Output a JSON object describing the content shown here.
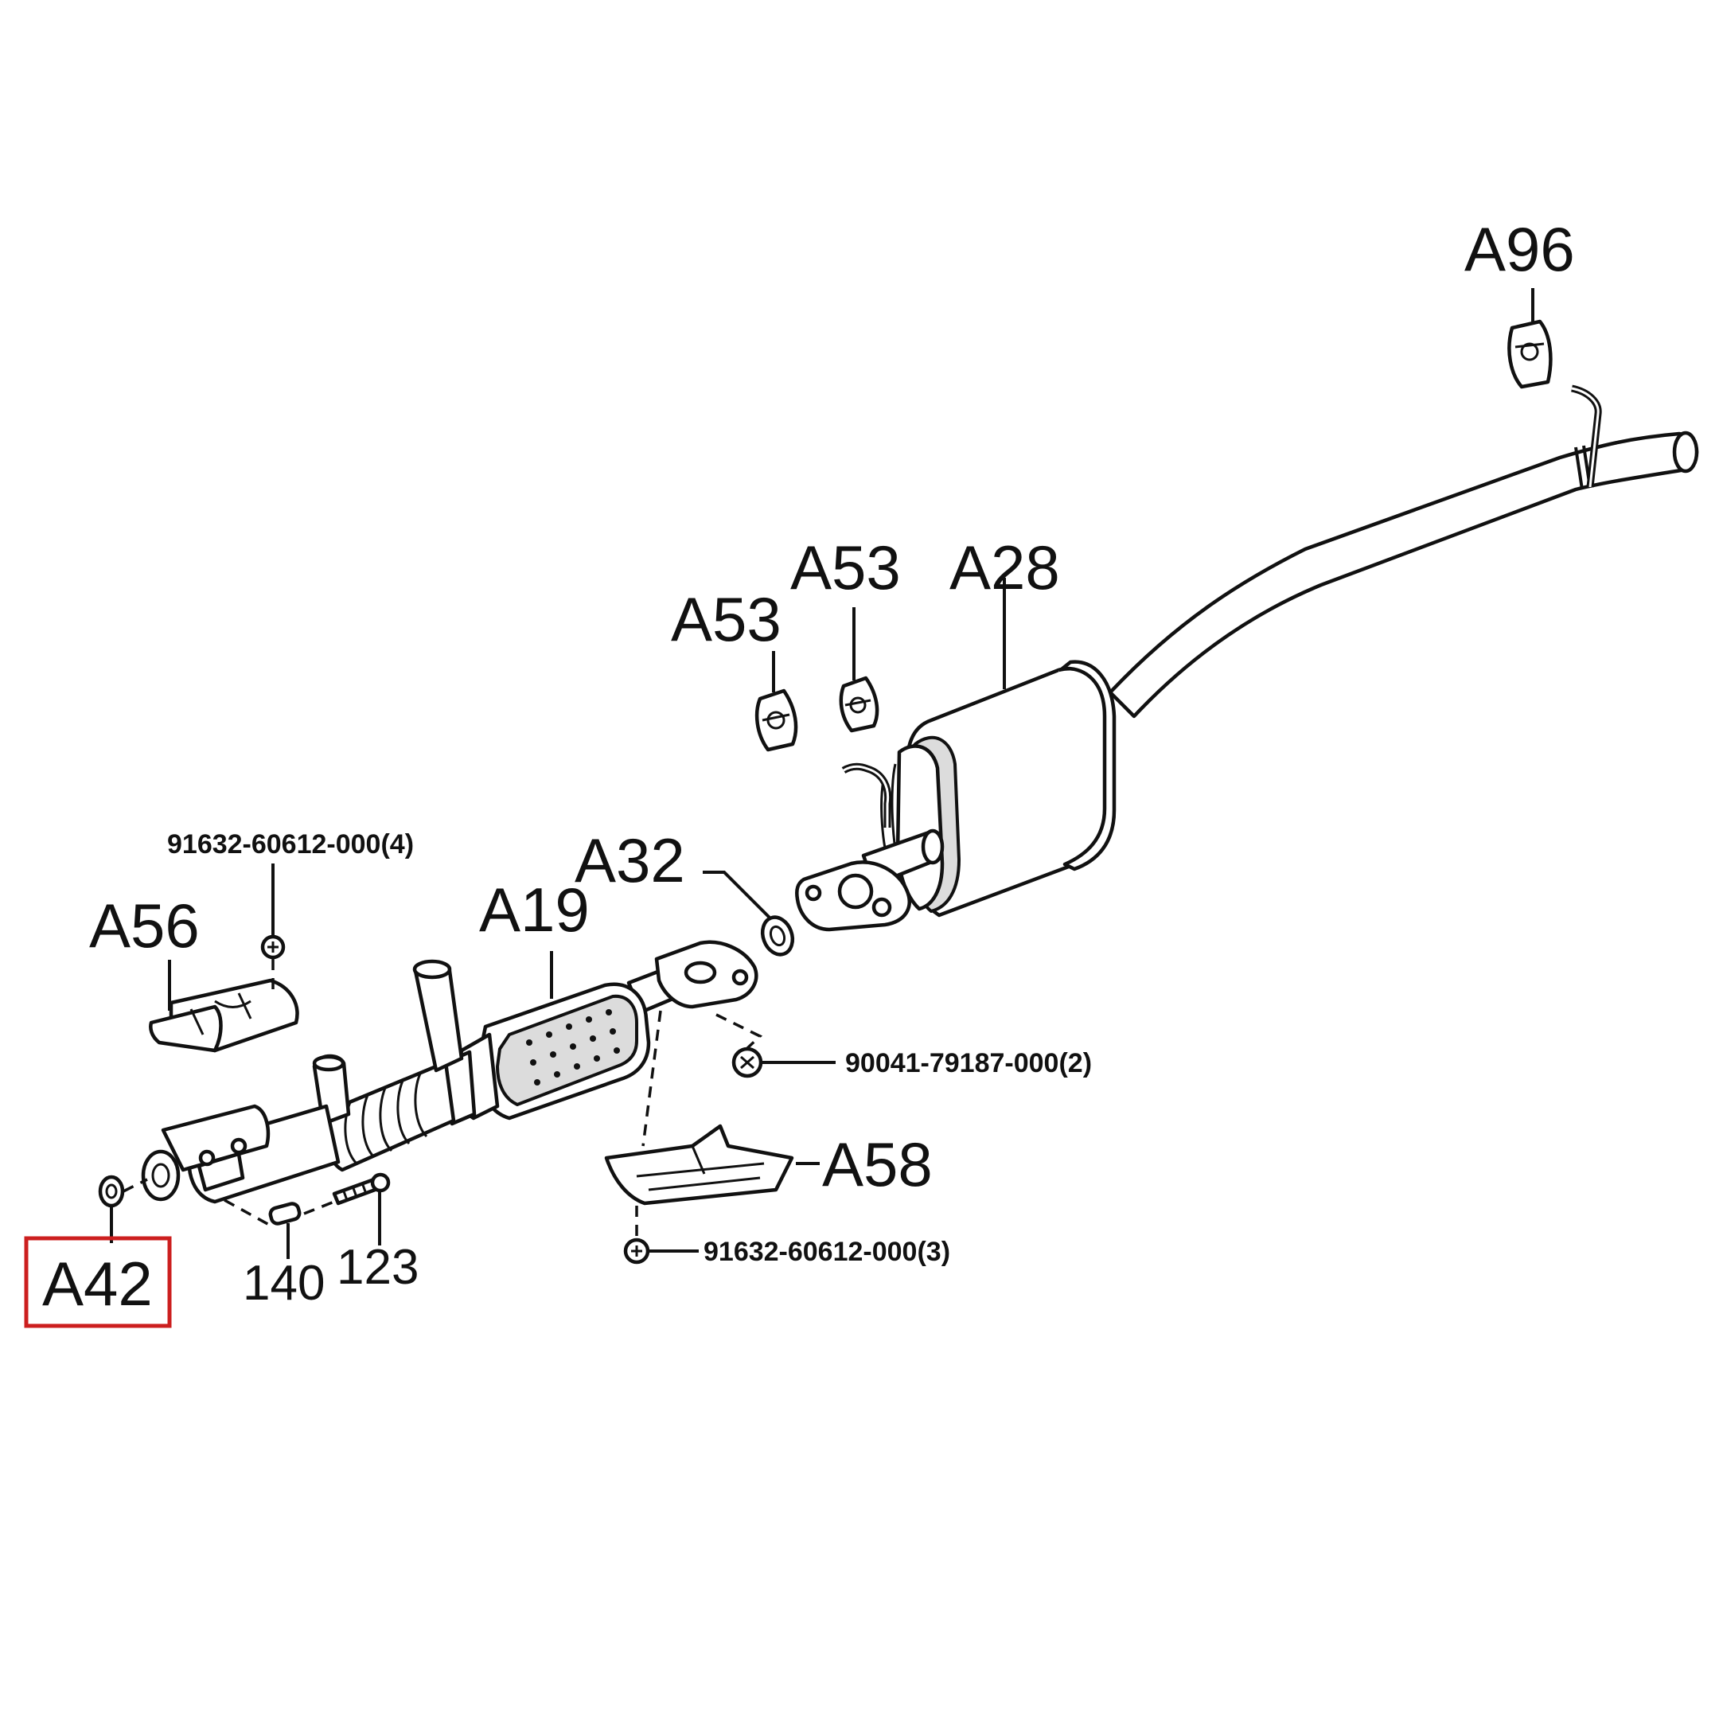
{
  "labels": {
    "a96": "A96",
    "a53_right": "A53",
    "a53_left": "A53",
    "a28": "A28",
    "a32": "A32",
    "a19": "A19",
    "a56": "A56",
    "a58": "A58",
    "a42": "A42",
    "n140": "140",
    "n123": "123"
  },
  "part_numbers": {
    "bolt_a56": "91632-60612-000(4)",
    "nut": "90041-79187-000(2)",
    "bolt_a58": "91632-60612-000(3)"
  },
  "highlight": {
    "target": "A42",
    "color": "#cc1f1f"
  }
}
